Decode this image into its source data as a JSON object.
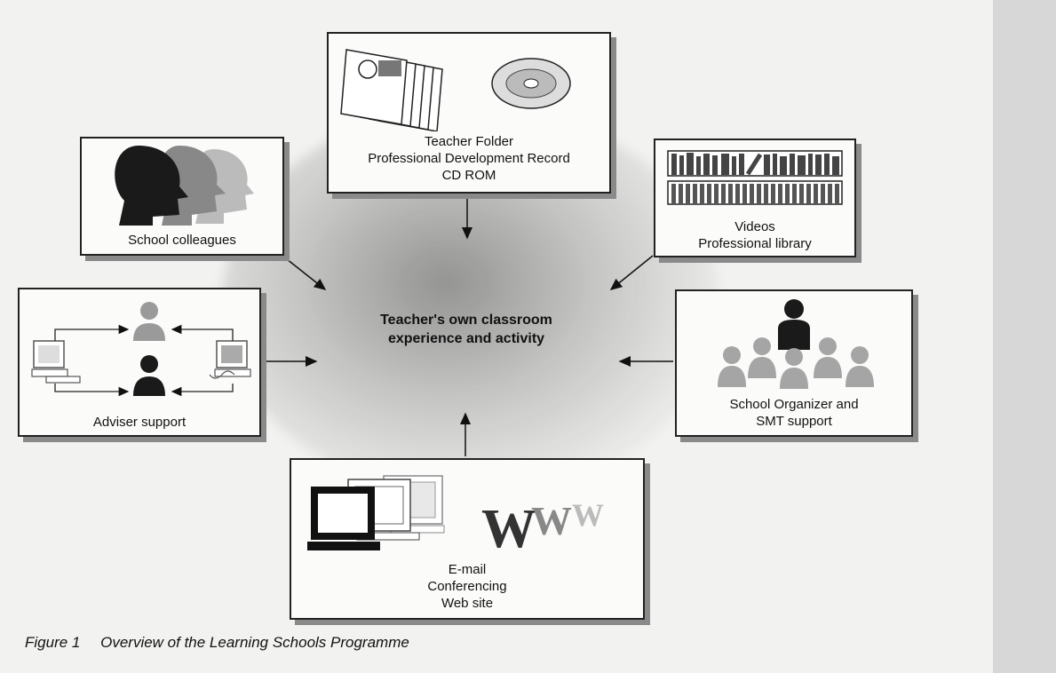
{
  "center": {
    "line1": "Teacher's own classroom",
    "line2": "experience and activity"
  },
  "boxes": {
    "teacher_folder": [
      "Teacher Folder",
      "Professional Development Record",
      "CD ROM"
    ],
    "school_colleagues": [
      "School colleagues"
    ],
    "videos": [
      "Videos",
      "Professional library"
    ],
    "adviser": [
      "Adviser support"
    ],
    "school_organizer": [
      "School Organizer and",
      "SMT support"
    ],
    "email": [
      "E-mail",
      "Conferencing",
      "Web site"
    ],
    "www_logo": "WWW"
  },
  "caption": {
    "number": "Figure 1",
    "text": "Overview of the Learning Schools Programme"
  }
}
